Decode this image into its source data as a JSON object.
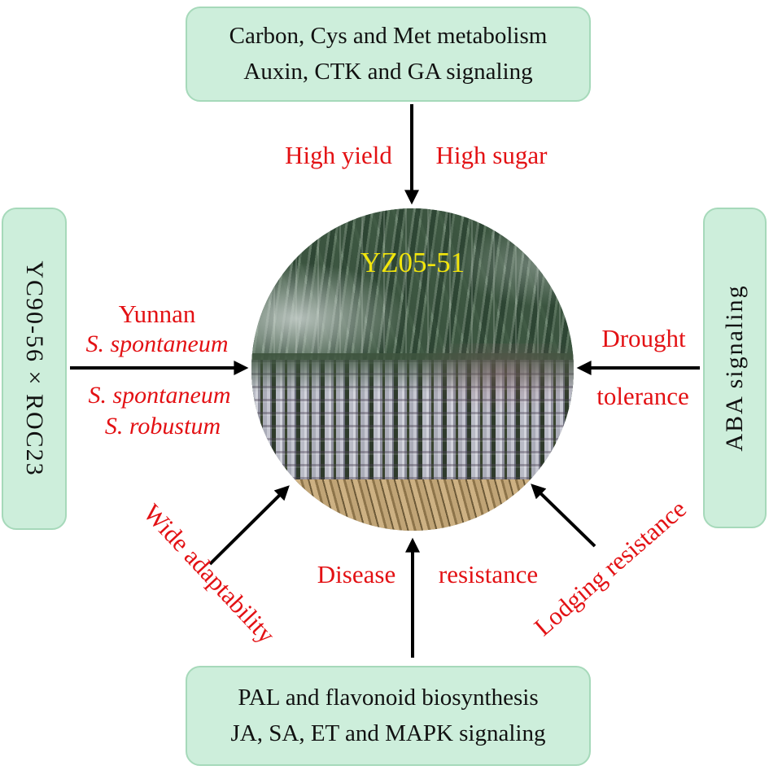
{
  "colors": {
    "box_fill": "#cdeedb",
    "box_border": "#a6d9ba",
    "trait_text": "#e31114",
    "box_text": "#111111",
    "arrow": "#000000",
    "variety_label": "#f2e50c"
  },
  "boxes": {
    "top": {
      "lines": [
        "Carbon, Cys and Met metabolism",
        "Auxin, CTK and GA signaling"
      ]
    },
    "left": {
      "label": "YC90-56 × ROC23"
    },
    "right": {
      "label": "ABA signaling"
    },
    "bottom": {
      "lines": [
        "PAL and flavonoid biosynthesis",
        "JA, SA, ET and MAPK signaling"
      ]
    }
  },
  "center": {
    "variety": "YZ05-51"
  },
  "traits": {
    "high_yield": "High yield",
    "high_sugar": "High sugar",
    "yunnan": "Yunnan",
    "s_spontaneum_upper": "S. spontaneum",
    "s_spontaneum_lower": "S. spontaneum",
    "s_robustum": "S. robustum",
    "drought": "Drought",
    "tolerance": "tolerance",
    "wide_adaptability": "Wide adaptability",
    "disease": "Disease",
    "resistance": "resistance",
    "lodging_resistance": "Lodging resistance"
  }
}
